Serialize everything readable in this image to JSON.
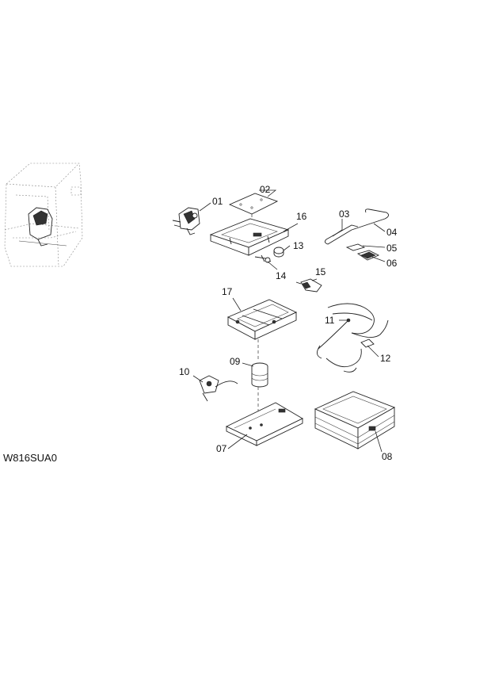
{
  "diagram": {
    "drawing_code": "W816SUA0",
    "callouts": {
      "p01": "01",
      "p02": "02",
      "p03": "03",
      "p04": "04",
      "p05": "05",
      "p06": "06",
      "p07": "07",
      "p08": "08",
      "p09": "09",
      "p10": "10",
      "p11": "11",
      "p12": "12",
      "p13": "13",
      "p14": "14",
      "p15": "15",
      "p16": "16",
      "p17": "17"
    }
  }
}
